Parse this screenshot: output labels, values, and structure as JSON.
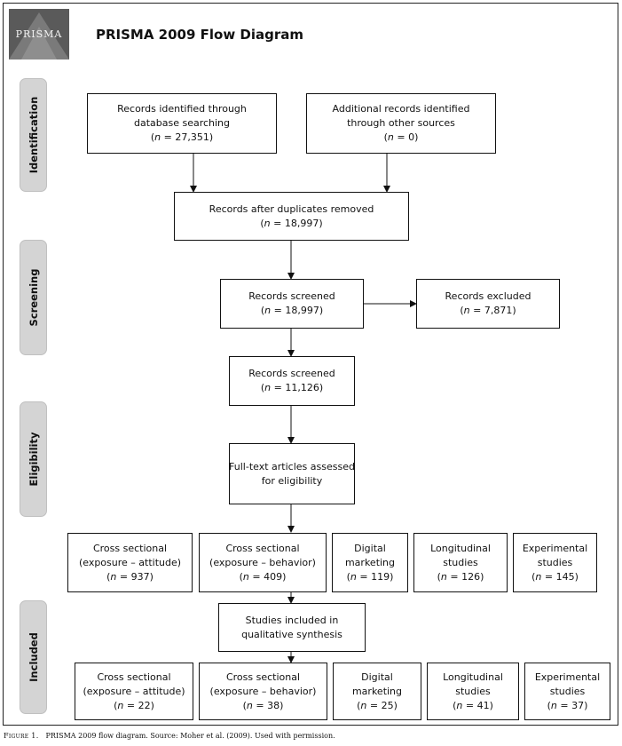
{
  "logo": {
    "text": "PRISMA"
  },
  "title": "PRISMA 2009 Flow Diagram",
  "stages": {
    "identification": "Identification",
    "screening": "Screening",
    "eligibility": "Eligibility",
    "included": "Included"
  },
  "boxes": {
    "db_search": {
      "line1": "Records identified through",
      "line2": "database searching",
      "n": "27,351"
    },
    "other_sources": {
      "line1": "Additional records identified",
      "line2": "through other sources",
      "n": "0"
    },
    "duplicates_removed": {
      "line1": "Records after duplicates removed",
      "n": "18,997"
    },
    "screened": {
      "line1": "Records screened",
      "n": "18,997"
    },
    "excluded": {
      "line1": "Records excluded",
      "n": "7,871"
    },
    "screened2": {
      "line1": "Records screened",
      "n": "11,126"
    },
    "fulltext": {
      "line1": "Full-text articles assessed",
      "line2": "for eligibility"
    },
    "qualitative": {
      "line1": "Studies included in",
      "line2": "qualitative synthesis"
    }
  },
  "eligibility_row": [
    {
      "line1": "Cross sectional",
      "line2": "(exposure – attitude)",
      "n": "937"
    },
    {
      "line1": "Cross sectional",
      "line2": "(exposure – behavior)",
      "n": "409"
    },
    {
      "line1": "Digital",
      "line2": "marketing",
      "n": "119"
    },
    {
      "line1": "Longitudinal",
      "line2": "studies",
      "n": "126"
    },
    {
      "line1": "Experimental",
      "line2": "studies",
      "n": "145"
    }
  ],
  "included_row": [
    {
      "line1": "Cross sectional",
      "line2": "(exposure – attitude)",
      "n": "22"
    },
    {
      "line1": "Cross sectional",
      "line2": "(exposure – behavior)",
      "n": "38"
    },
    {
      "line1": "Digital",
      "line2": "marketing",
      "n": "25"
    },
    {
      "line1": "Longitudinal",
      "line2": "studies",
      "n": "41"
    },
    {
      "line1": "Experimental",
      "line2": "studies",
      "n": "37"
    }
  ],
  "n_prefix": "n",
  "caption": {
    "label": "Figure 1.",
    "text": "PRISMA 2009 flow diagram. Source: Moher et al. (2009). Used with permission."
  }
}
